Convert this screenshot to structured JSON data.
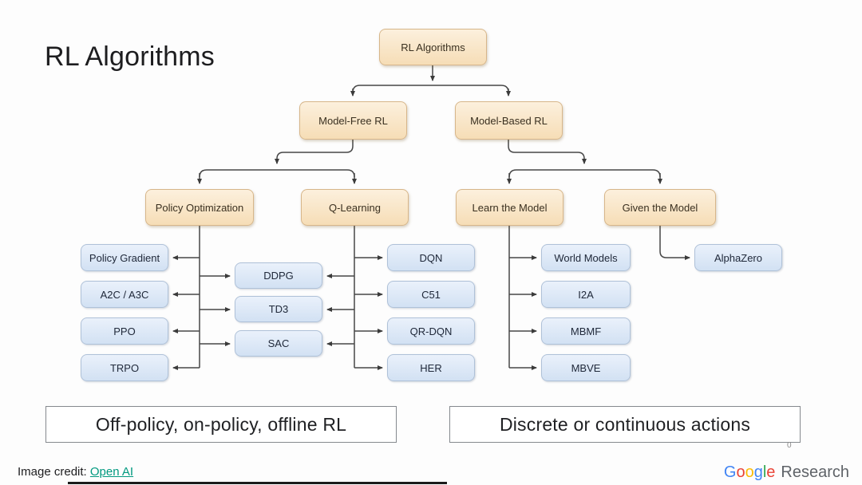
{
  "slide": {
    "title": "RL Algorithms",
    "callouts": {
      "left": "Off-policy, on-policy, offline RL",
      "right": "Discrete or continuous actions"
    },
    "stray_mark": "0"
  },
  "tree": {
    "root": "RL Algorithms",
    "model_free": "Model-Free RL",
    "model_based": "Model-Based RL",
    "policy_optimization": "Policy Optimization",
    "q_learning": "Q-Learning",
    "learn_the_model": "Learn the Model",
    "given_the_model": "Given the Model",
    "po_leaves": [
      "Policy Gradient",
      "A2C / A3C",
      "PPO",
      "TRPO"
    ],
    "shared_leaves": [
      "DDPG",
      "TD3",
      "SAC"
    ],
    "ql_leaves": [
      "DQN",
      "C51",
      "QR-DQN",
      "HER"
    ],
    "lm_leaves": [
      "World Models",
      "I2A",
      "MBMF",
      "MBVE"
    ],
    "gm_leaves": [
      "AlphaZero"
    ]
  },
  "footer": {
    "credit_prefix": "Image credit:",
    "credit_link": "Open AI",
    "brand": {
      "letters": [
        {
          "ch": "G",
          "color": "#4285F4"
        },
        {
          "ch": "o",
          "color": "#EA4335"
        },
        {
          "ch": "o",
          "color": "#FBBC05"
        },
        {
          "ch": "g",
          "color": "#4285F4"
        },
        {
          "ch": "l",
          "color": "#34A853"
        },
        {
          "ch": "e",
          "color": "#EA4335"
        }
      ],
      "suffix": "Research"
    }
  },
  "colors": {
    "orange_box_fill": "#f8e3c2",
    "orange_box_border": "#d7b68a",
    "blue_box_fill": "#d9e6f6",
    "blue_box_border": "#afc1d8",
    "connector": "#474747",
    "callout_border": "#85898e",
    "credit_link": "#00997f",
    "brand_suffix": "#5f6368"
  }
}
